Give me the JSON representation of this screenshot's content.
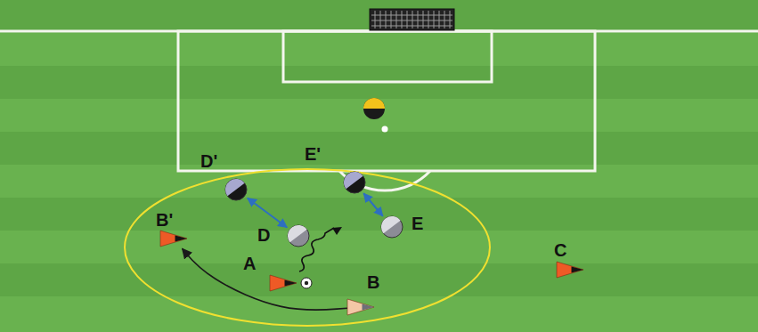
{
  "diagram": {
    "nodes": [
      {
        "text": [
          "D'"
        ]
      },
      {
        "text": [
          "E'"
        ]
      },
      {
        "text": [
          "B'"
        ]
      },
      {
        "text": [
          "D"
        ]
      },
      {
        "text": [
          "E"
        ]
      },
      {
        "text": [
          "A"
        ]
      },
      {
        "text": [
          "B"
        ]
      },
      {
        "text": [
          "C"
        ]
      }
    ],
    "edges": [
      {
        "from": 3,
        "to": 0,
        "arrow": "both"
      },
      {
        "from": 4,
        "to": 1,
        "arrow": "both"
      },
      {
        "from": 6,
        "to": 2,
        "arrow": "to"
      }
    ]
  }
}
